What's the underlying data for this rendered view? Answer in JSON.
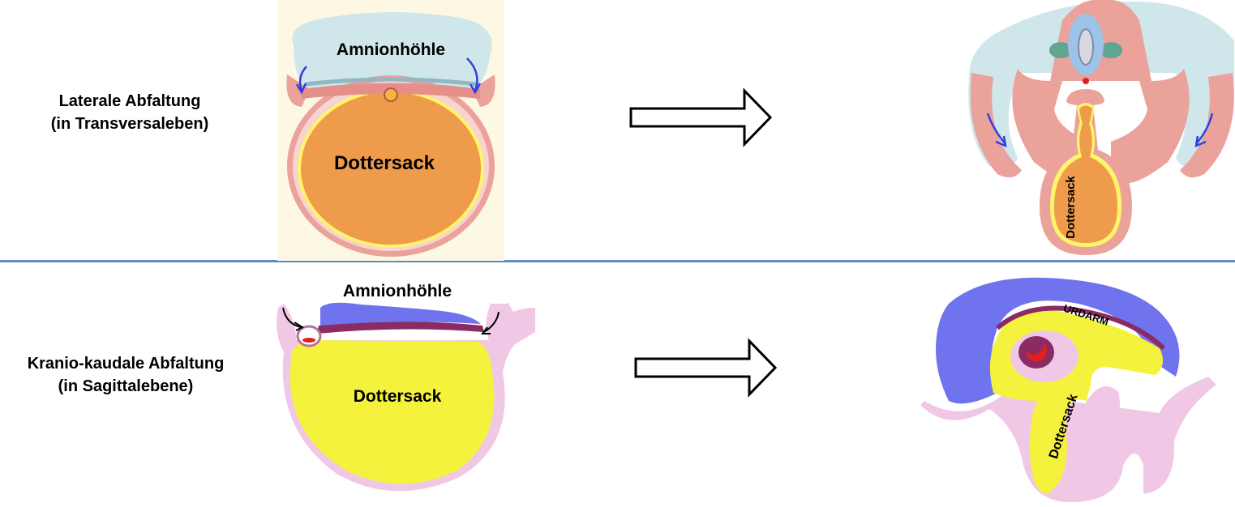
{
  "rows": {
    "lateral": {
      "label_line1": "Laterale Abfaltung",
      "label_line2": "(in Transversaleben)"
    },
    "cranio": {
      "label_line1": "Kranio-kaudale Abfaltung",
      "label_line2": "(in Sagittalebene)"
    }
  },
  "diagrams": {
    "lateral_before": {
      "amnion": "Amnionhöhle",
      "yolk": "Dottersack"
    },
    "lateral_after": {
      "yolk": "Dottersack"
    },
    "cranio_before": {
      "amnion": "Amnionhöhle",
      "yolk": "Dottersack"
    },
    "cranio_after": {
      "gut": "URDARM",
      "yolk": "Dottersack"
    }
  },
  "colors": {
    "divider": "#5b8ec3",
    "amnion_light": "#cfe6ea",
    "yolk_orange": "#ee9c4c",
    "tissue_pink": "#eaa29b",
    "amnion_blue": "#6f74ee",
    "yolk_yellow": "#f4f23c",
    "mesoderm_pink": "#f0c8e6",
    "arrow_blue": "#2f3fe0"
  },
  "icons": [
    "right-arrow-icon",
    "fold-arrow-icon"
  ]
}
